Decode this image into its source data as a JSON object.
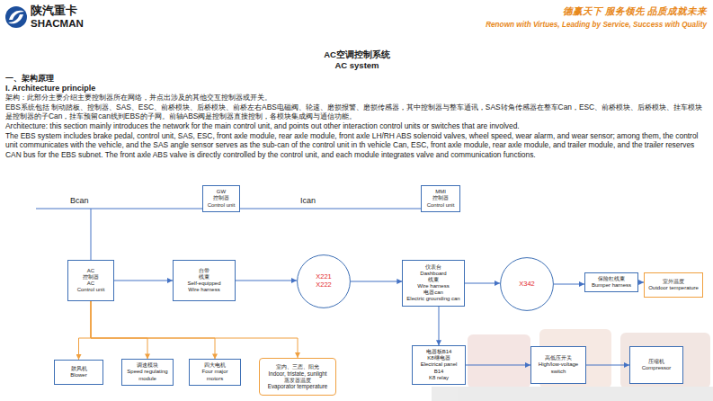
{
  "diagram": {
    "title": "AC空调控制系统",
    "nodes": [
      {
        "text": [
          "GW",
          "控制器",
          "Control unit"
        ]
      },
      {
        "text": [
          "MMI",
          "控制器",
          "Control unit"
        ]
      },
      {
        "text": [
          "AC",
          "控制器",
          "AC",
          "Control unit"
        ]
      },
      {
        "text": [
          "自带",
          "线束",
          "Self-equipped",
          "Wire harness"
        ]
      },
      {
        "text": [
          "X221",
          "X222"
        ]
      },
      {
        "text": [
          "仪表台",
          "Dashboard",
          "线束",
          "Wire harness",
          "电器can",
          "Electric grounding can"
        ]
      },
      {
        "text": [
          "X342"
        ]
      },
      {
        "text": [
          "保险杠线束",
          "Bumper harness"
        ]
      },
      {
        "text": [
          "室外温度",
          "Outdoor temperature"
        ]
      },
      {
        "text": [
          "电器板B14",
          "K8继电器",
          "Electrical panel",
          "B14",
          "K8 relay"
        ]
      },
      {
        "text": [
          "高低压开关",
          "High/low-voltage",
          "switch"
        ]
      },
      {
        "text": [
          "压缩机",
          "Compressor"
        ]
      },
      {
        "text": [
          "鼓风机",
          "Blower"
        ]
      },
      {
        "text": [
          "调速模块",
          "Speed regulating",
          "module"
        ]
      },
      {
        "text": [
          "四大电机",
          "Four major",
          "motors"
        ]
      },
      {
        "text": [
          "室内、三态、阳光",
          "Indoor, tristate, sunlight",
          "蒸发器温度",
          "Evaporator temperature"
        ]
      }
    ],
    "edges": [
      {
        "from": 2,
        "to": 0,
        "arrow": "none"
      },
      {
        "from": 0,
        "to": 1,
        "arrow": "none"
      },
      {
        "from": 2,
        "to": 3,
        "arrow": "to"
      },
      {
        "from": 3,
        "to": 4,
        "arrow": "to"
      },
      {
        "from": 4,
        "to": 5,
        "arrow": "to"
      },
      {
        "from": 5,
        "to": 6,
        "arrow": "to"
      },
      {
        "from": 6,
        "to": 7,
        "arrow": "to"
      },
      {
        "from": 7,
        "to": 8,
        "arrow": "to"
      },
      {
        "from": 5,
        "to": 9,
        "arrow": "to"
      },
      {
        "from": 9,
        "to": 10,
        "arrow": "to"
      },
      {
        "from": 10,
        "to": 11,
        "arrow": "to"
      },
      {
        "from": 2,
        "to": 12,
        "arrow": "to"
      },
      {
        "from": 2,
        "to": 13,
        "arrow": "to"
      },
      {
        "from": 2,
        "to": 14,
        "arrow": "to"
      },
      {
        "from": 2,
        "to": 15,
        "arrow": "to"
      }
    ],
    "labels": [
      "陕汽重卡",
      "SHACMAN",
      "德赢天下 服务领先 品质成就未来",
      "Renown with Virtues, Leading by Service, Success with Quality",
      "AC system",
      "一、架构原理",
      "I. Architecture principle",
      "架构：此部分主要介绍主要控制器所在网络，并点出涉及的其他交互控制器或开关。",
      "EBS系统包括 制动踏板、控制器、SAS、ESC、前桥模块、后桥模块、前桥左右ABS电磁阀、轮速、磨损报警、磨损传感器，其中控制器与整车通讯，SAS转角传感器在整车Can，ESC、前桥模块、后桥模块、挂车模块是控制器的子Can，挂车预留can线到EBS的子网。前轴ABS阀是控制器直接控制，各模块集成阀与通信功能。",
      "Architecture: this section mainly introduces the network for the main control unit, and points out other interaction control units or switches that are involved.",
      "The EBS system includes brake pedal, control unit, SAS, ESC, front axle module, rear axle module, front axle LH/RH ABS solenoid valves, wheel speed, wear alarm, and wear sensor; among them, the control unit communicates with the vehicle, and the SAS angle sensor serves as the sub-can of the control unit in th vehicle Can, ESC, front axle module, rear axle module, and trailer module, and the trailer reserves CAN bus for the EBS subnet. The front axle ABS valve is directly controlled by the control unit, and each module integrates valve and communication functions.",
      "Bcan",
      "Ican"
    ]
  }
}
